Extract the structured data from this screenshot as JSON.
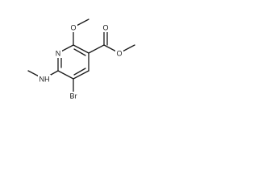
{
  "structure": {
    "atoms": {
      "ring_n": "N",
      "methoxy_o": "O",
      "ester_carbonyl_o": "O",
      "ester_o": "O",
      "bromine": "Br",
      "amine_nh": "NH"
    }
  }
}
